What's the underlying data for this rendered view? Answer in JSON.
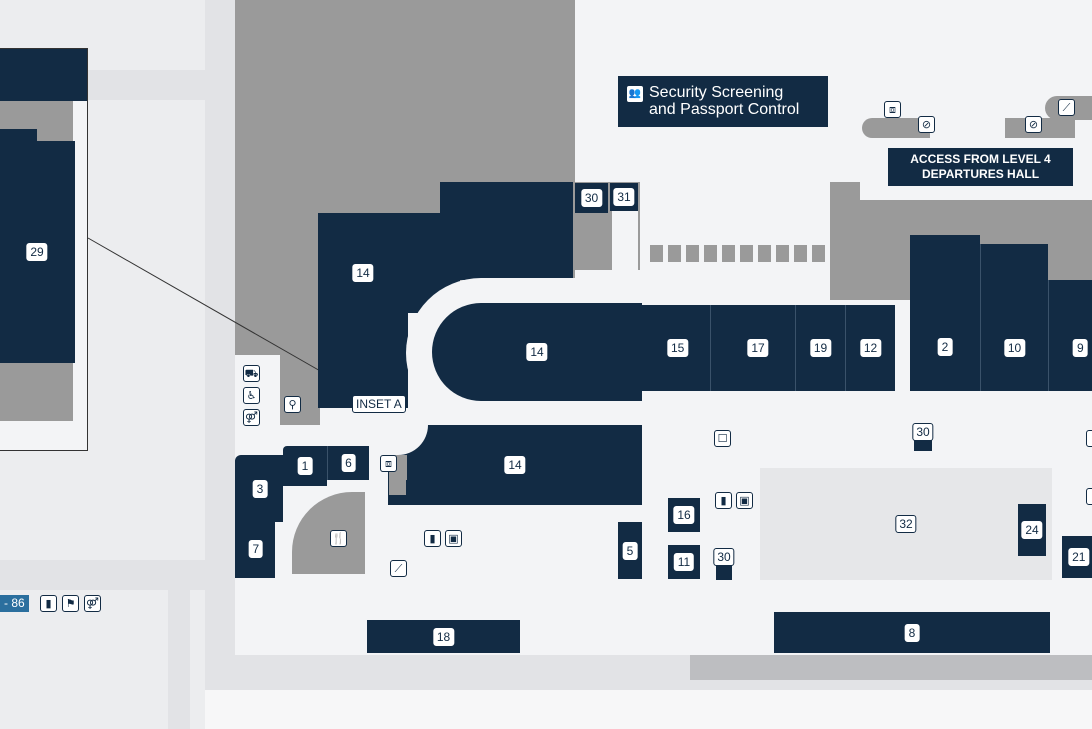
{
  "colors": {
    "unit": "#122b44",
    "building": "#9a9a9a",
    "corridor": "#f3f4f6",
    "pale_block": "#e6e7e9",
    "strip": "#2b6f9e"
  },
  "banners": {
    "security_line1": "Security Screening",
    "security_line2": "and Passport Control",
    "access_line1": "ACCESS FROM LEVEL 4",
    "access_line2": "DEPARTURES HALL"
  },
  "inset": {
    "label": "INSET A",
    "unit": "29"
  },
  "units": {
    "u14a": "14",
    "u14b": "14",
    "u14c": "14",
    "u15": "15",
    "u17": "17",
    "u19": "19",
    "u12": "12",
    "u2": "2",
    "u10": "10",
    "u9": "9",
    "u30a": "30",
    "u31": "31",
    "u30b": "30",
    "u30c": "30",
    "u1": "1",
    "u6": "6",
    "u3": "3",
    "u7": "7",
    "u5": "5",
    "u16": "16",
    "u11": "11",
    "u32": "32",
    "u24": "24",
    "u21": "21",
    "u18": "18",
    "u8": "8"
  },
  "gate_strip": "- 86",
  "icons": [
    "security-icon",
    "lift-icon",
    "escalator-icon",
    "no-entry-icon",
    "escalator-icon",
    "trolley-icon",
    "accessible-icon",
    "restroom-icon",
    "baby-change-icon",
    "lift-icon",
    "dining-icon",
    "bottle-icon",
    "atm-icon",
    "phone-icon",
    "bottle-icon",
    "atm-icon",
    "no-entry-icon",
    "water-icon",
    "family-icon",
    "restroom-icon"
  ]
}
